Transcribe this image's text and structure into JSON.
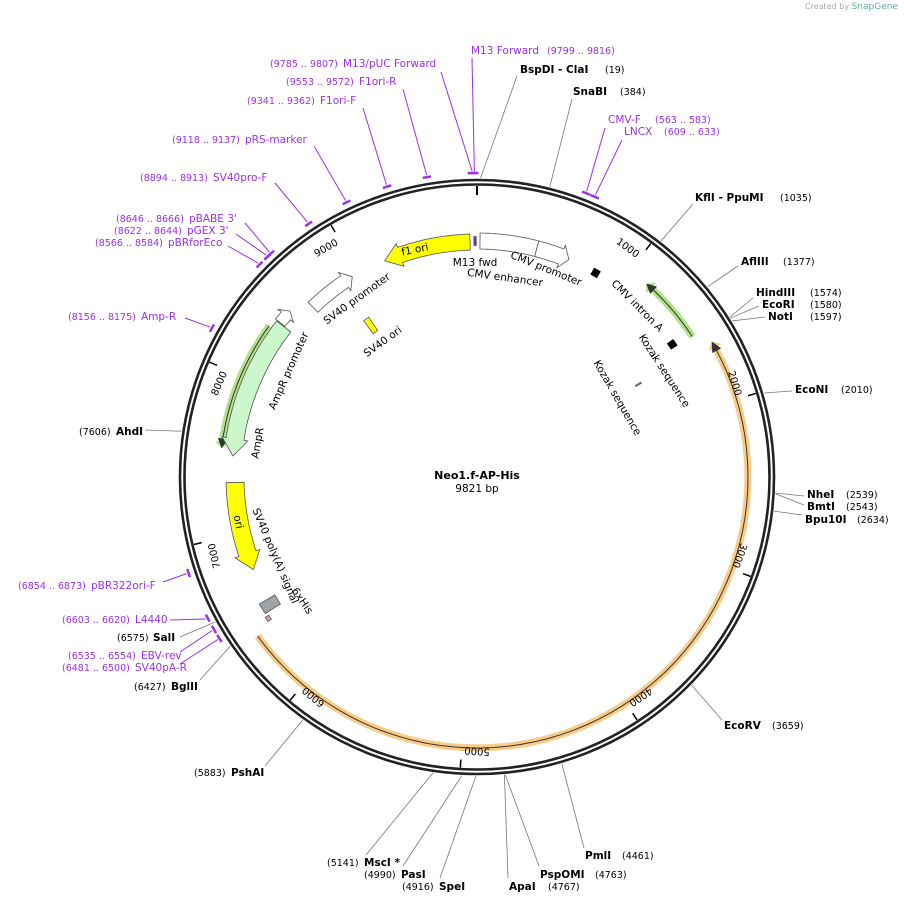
{
  "watermark": {
    "prefix": "Created by",
    "brand": "SnapGene"
  },
  "plasmid": {
    "name": "Neo1.f-AP-His",
    "size_label": "9821 bp",
    "length": 9821
  },
  "tick_labels": [
    "1000",
    "2000",
    "3000",
    "4000",
    "5000",
    "6000",
    "7000",
    "8000",
    "9000"
  ],
  "enzymes": [
    {
      "name": "BspDI - ClaI",
      "position": "(19)",
      "site": 19
    },
    {
      "name": "SnaBI",
      "position": "(384)",
      "site": 384
    },
    {
      "name": "KflI - PpuMI",
      "position": "(1035)",
      "site": 1035
    },
    {
      "name": "AflIII",
      "position": "(1377)",
      "site": 1377
    },
    {
      "name": "HindIII",
      "position": "(1574)",
      "site": 1574
    },
    {
      "name": "EcoRI",
      "position": "(1580)",
      "site": 1580
    },
    {
      "name": "NotI",
      "position": "(1597)",
      "site": 1597
    },
    {
      "name": "EcoNI",
      "position": "(2010)",
      "site": 2010
    },
    {
      "name": "NheI",
      "position": "(2539)",
      "site": 2539
    },
    {
      "name": "BmtI",
      "position": "(2543)",
      "site": 2543
    },
    {
      "name": "Bpu10I",
      "position": "(2634)",
      "site": 2634
    },
    {
      "name": "EcoRV",
      "position": "(3659)",
      "site": 3659
    },
    {
      "name": "PmlI",
      "position": "(4461)",
      "site": 4461
    },
    {
      "name": "PspOMI",
      "position": "(4763)",
      "site": 4763
    },
    {
      "name": "ApaI",
      "position": "(4767)",
      "site": 4767
    },
    {
      "name": "SpeI",
      "position": "(4916)",
      "site": 4916
    },
    {
      "name": "PasI",
      "position": "(4990)",
      "site": 4990
    },
    {
      "name": "MscI *",
      "position": "(5141)",
      "site": 5141
    },
    {
      "name": "PshAI",
      "position": "(5883)",
      "site": 5883
    },
    {
      "name": "BglII",
      "position": "(6427)",
      "site": 6427
    },
    {
      "name": "SalI",
      "position": "(6575)",
      "site": 6575
    },
    {
      "name": "AhdI",
      "position": "(7606)",
      "site": 7606
    }
  ],
  "primers": [
    {
      "name": "M13 Forward",
      "range": "(9799 .. 9816)",
      "start": 9799,
      "end": 9816
    },
    {
      "name": "M13/pUC Forward",
      "range": "(9785 .. 9807)",
      "start": 9785,
      "end": 9807
    },
    {
      "name": "F1ori-R",
      "range": "(9553 .. 9572)",
      "start": 9553,
      "end": 9572
    },
    {
      "name": "F1ori-F",
      "range": "(9341 .. 9362)",
      "start": 9341,
      "end": 9362
    },
    {
      "name": "pRS-marker",
      "range": "(9118 .. 9137)",
      "start": 9118,
      "end": 9137
    },
    {
      "name": "SV40pro-F",
      "range": "(8894 .. 8913)",
      "start": 8894,
      "end": 8913
    },
    {
      "name": "pBABE 3'",
      "range": "(8646 .. 8666)",
      "start": 8646,
      "end": 8666
    },
    {
      "name": "pGEX 3'",
      "range": "(8622 .. 8644)",
      "start": 8622,
      "end": 8644
    },
    {
      "name": "pBRforEco",
      "range": "(8566 .. 8584)",
      "start": 8566,
      "end": 8584
    },
    {
      "name": "Amp-R",
      "range": "(8156 .. 8175)",
      "start": 8156,
      "end": 8175
    },
    {
      "name": "pBR322ori-F",
      "range": "(6854 .. 6873)",
      "start": 6854,
      "end": 6873
    },
    {
      "name": "L4440",
      "range": "(6603 .. 6620)",
      "start": 6603,
      "end": 6620
    },
    {
      "name": "EBV-rev",
      "range": "(6535 .. 6554)",
      "start": 6535,
      "end": 6554
    },
    {
      "name": "SV40pA-R",
      "range": "(6481 .. 6500)",
      "start": 6481,
      "end": 6500
    },
    {
      "name": "CMV-F",
      "range": "(563 .. 583)",
      "start": 563,
      "end": 583
    },
    {
      "name": "LNCX",
      "range": "(609 .. 633)",
      "start": 609,
      "end": 633
    }
  ],
  "features": [
    {
      "name": "f1 ori",
      "start": 9190,
      "end": 9775,
      "direction": "reverse",
      "color": "#ffff00"
    },
    {
      "name": "M13 fwd",
      "start": 9800,
      "end": 9816,
      "direction": "none",
      "color": "#7a2ea8"
    },
    {
      "name": "CMV enhancer",
      "start": 20,
      "end": 400,
      "direction": "none",
      "color": "#ffffff"
    },
    {
      "name": "CMV promoter",
      "start": 400,
      "end": 625,
      "direction": "forward",
      "color": "#ffffff"
    },
    {
      "name": "CMV intron A",
      "start": 800,
      "end": 845,
      "direction": "none",
      "color": "#000000"
    },
    {
      "name": "Kozak sequence",
      "start": 1500,
      "end": 1545,
      "direction": "none",
      "color": "#000000"
    },
    {
      "name": "Kozak sequence",
      "start": 1635,
      "end": 1645,
      "direction": "none",
      "color": "#888888"
    },
    {
      "name": "SV40 promoter",
      "start": 8620,
      "end": 8950,
      "direction": "forward",
      "color": "#ffffff"
    },
    {
      "name": "SV40 ori",
      "start": 8840,
      "end": 8890,
      "direction": "none",
      "color": "#ffff00"
    },
    {
      "name": "AmpR promoter",
      "start": 8405,
      "end": 8500,
      "direction": "forward",
      "color": "#ffffff"
    },
    {
      "name": "AmpR",
      "start": 7500,
      "end": 8400,
      "direction": "reverse",
      "color": "#ccf7cc"
    },
    {
      "name": "ori",
      "start": 6752,
      "end": 7330,
      "direction": "reverse",
      "color": "#ffff00"
    },
    {
      "name": "SV40 poly(A) signal",
      "start": 6470,
      "end": 6540,
      "direction": "none",
      "color": "#a0a4a8"
    },
    {
      "name": "6xHis",
      "start": 6420,
      "end": 6450,
      "direction": "none",
      "color": "#d8a0c0"
    }
  ],
  "orfs": [
    {
      "start": 1124,
      "end": 1552,
      "direction": "reverse",
      "color": "#a6e07a"
    },
    {
      "start": 7540,
      "end": 8348,
      "direction": "reverse",
      "color": "#a6e07a"
    },
    {
      "start": 1637,
      "end": 6385,
      "direction": "reverse",
      "color": "#f7c67a"
    }
  ]
}
